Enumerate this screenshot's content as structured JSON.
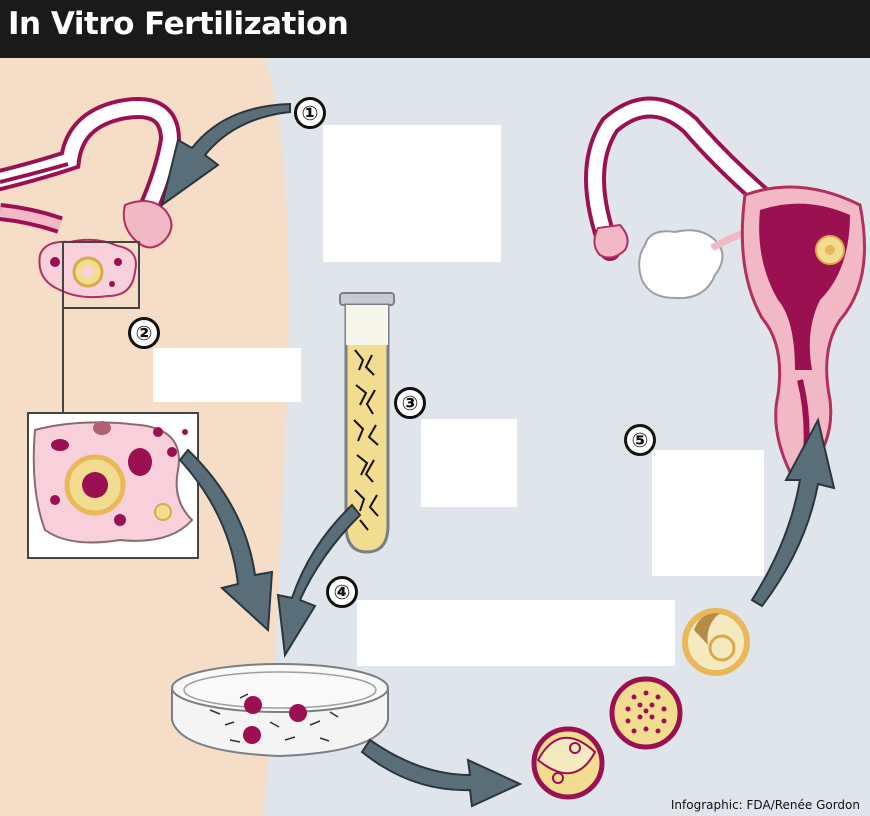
{
  "title": "In Vitro Fertilization",
  "steps": [
    "①",
    "②",
    "③",
    "④",
    "⑤"
  ],
  "credit": "Infographic: FDA/Renée Gordon",
  "colors": {
    "skin": "#f6ddc8",
    "lab_bg": "#dfe5ea",
    "tissue_pink": "#f2b8c6",
    "magenta": "#9b1050",
    "arrow": "#5a6e7a",
    "yolk": "#f2dc90",
    "title_bg": "#1a1a1a"
  },
  "icons": [
    "curved-arrow-icon",
    "test-tube-icon",
    "petri-dish-icon",
    "ovary-icon",
    "uterus-icon",
    "embryo-icon"
  ]
}
